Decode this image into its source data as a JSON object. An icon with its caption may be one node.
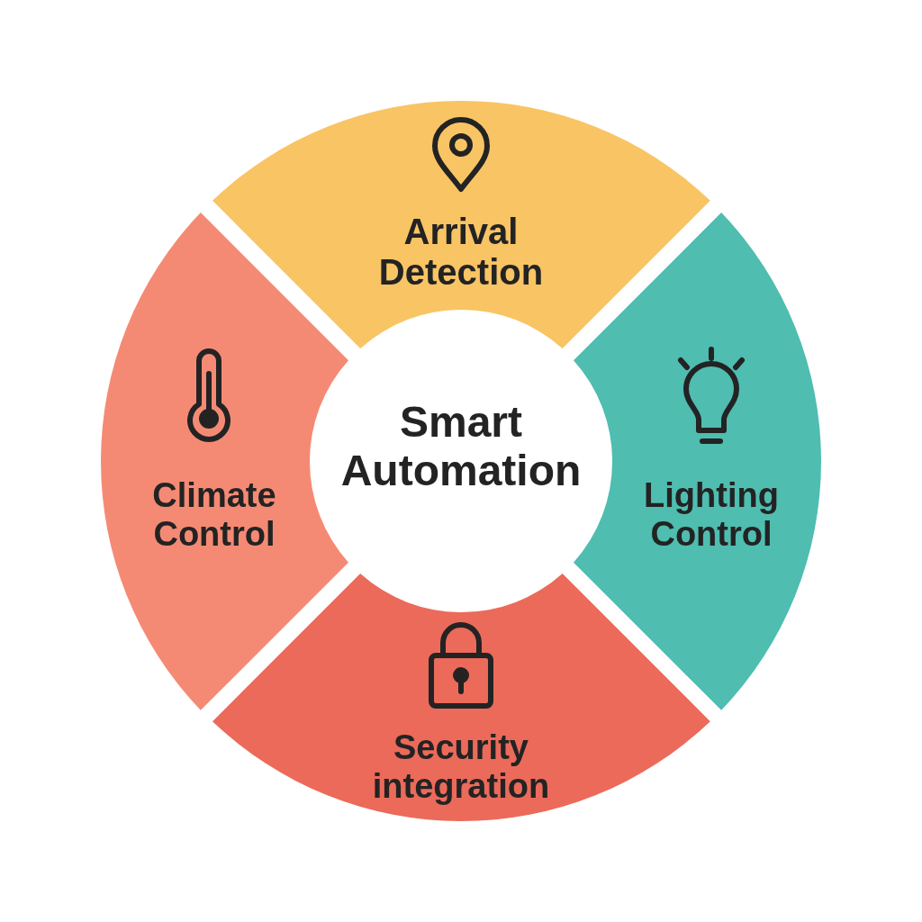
{
  "diagram": {
    "nodes": [
      {
        "text": [
          "Arrival Detection"
        ]
      },
      {
        "text": [
          "Climate Control"
        ]
      },
      {
        "text": [
          "Smart Automation"
        ]
      },
      {
        "text": [
          "Lighting Control"
        ]
      },
      {
        "text": [
          "Security integration"
        ]
      }
    ]
  }
}
